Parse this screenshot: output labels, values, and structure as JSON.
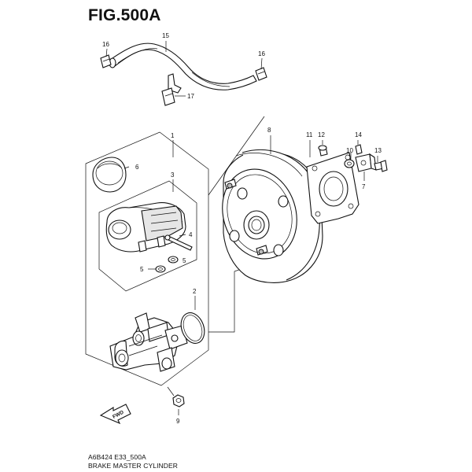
{
  "figure": {
    "title": "FIG.500A",
    "code": "A6B424 E33_500A",
    "name": "BRAKE MASTER CYLINDER"
  },
  "fwd_label": "FWD",
  "callouts": [
    {
      "id": "c1",
      "num": "1"
    },
    {
      "id": "c2",
      "num": "2"
    },
    {
      "id": "c3",
      "num": "3"
    },
    {
      "id": "c4",
      "num": "4"
    },
    {
      "id": "c5",
      "num": "5"
    },
    {
      "id": "c5b",
      "num": "5"
    },
    {
      "id": "c6",
      "num": "6"
    },
    {
      "id": "c7",
      "num": "7"
    },
    {
      "id": "c8",
      "num": "8"
    },
    {
      "id": "c9",
      "num": "9"
    },
    {
      "id": "c10",
      "num": "10"
    },
    {
      "id": "c11",
      "num": "11"
    },
    {
      "id": "c12",
      "num": "12"
    },
    {
      "id": "c13",
      "num": "13"
    },
    {
      "id": "c14",
      "num": "14"
    },
    {
      "id": "c15",
      "num": "15"
    },
    {
      "id": "c16a",
      "num": "16"
    },
    {
      "id": "c16b",
      "num": "16"
    },
    {
      "id": "c17",
      "num": "17"
    }
  ]
}
